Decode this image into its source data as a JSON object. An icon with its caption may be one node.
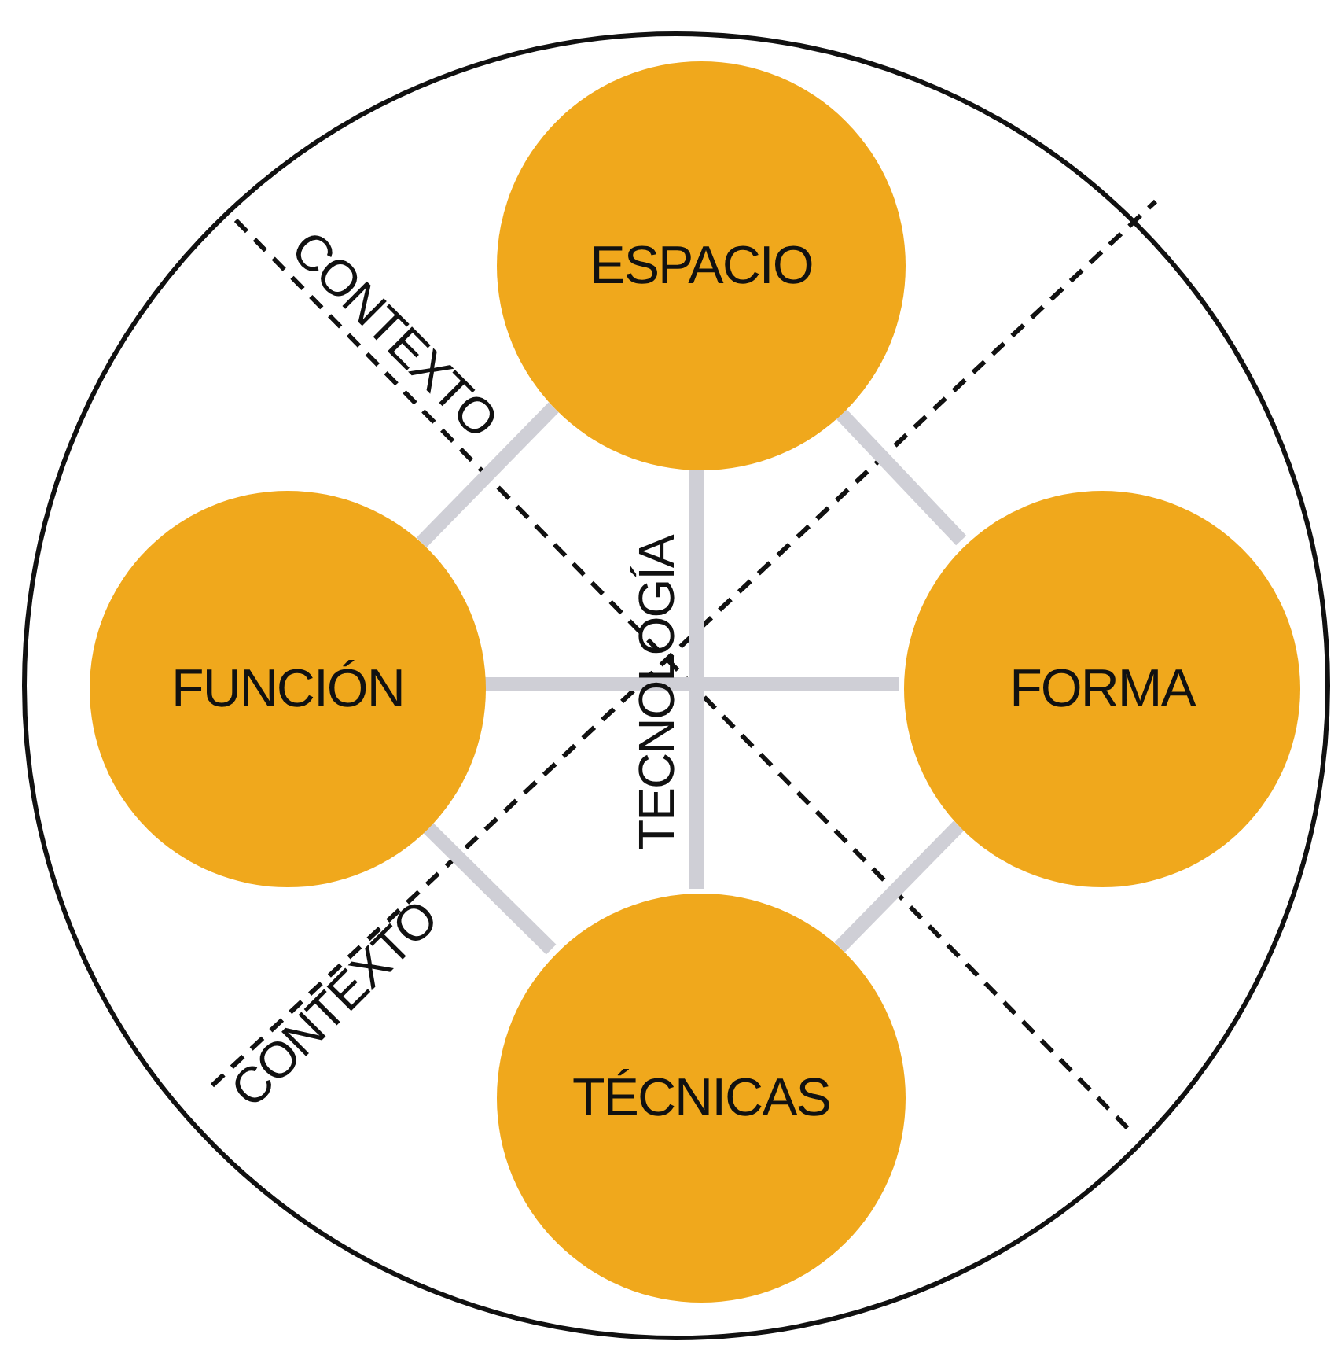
{
  "diagram": {
    "nodes": [
      {
        "text": [],
        "shape": "circle"
      },
      {
        "text": [
          "ESPACIO"
        ],
        "in": 0
      },
      {
        "text": [
          "FUNCIÓN"
        ],
        "in": 0
      },
      {
        "text": [
          "FORMA"
        ],
        "in": 0
      },
      {
        "text": [
          "TÉCNICAS"
        ],
        "in": 0
      }
    ],
    "edges": [
      {
        "from": 1,
        "to": 2,
        "arrow": "none"
      },
      {
        "from": 1,
        "to": 3,
        "arrow": "none"
      },
      {
        "from": 1,
        "to": 4,
        "arrow": "none"
      },
      {
        "from": 2,
        "to": 3,
        "arrow": "none"
      },
      {
        "from": 2,
        "to": 4,
        "arrow": "none"
      },
      {
        "from": 3,
        "to": 4,
        "arrow": "none"
      }
    ],
    "labels": [
      "CONTEXTO",
      "TECNOLOGÍA",
      "CONTEXTO"
    ]
  }
}
